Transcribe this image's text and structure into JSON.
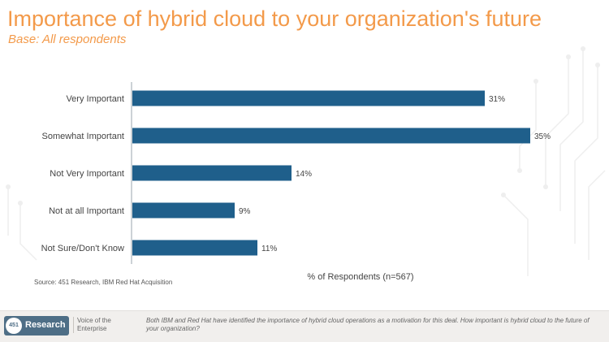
{
  "header": {
    "title": "Importance of hybrid cloud to your organization's future",
    "base": "Base: All respondents"
  },
  "chart_data": {
    "type": "bar",
    "orientation": "horizontal",
    "categories": [
      "Very Important",
      "Somewhat Important",
      "Not Very Important",
      "Not at all Important",
      "Not Sure/Don't Know"
    ],
    "values": [
      31,
      35,
      14,
      9,
      11
    ],
    "value_labels": [
      "31%",
      "35%",
      "14%",
      "9%",
      "11%"
    ],
    "xlabel": "% of Respondents (n=567)",
    "ylabel": "",
    "xlim": [
      0,
      35
    ],
    "grid": false,
    "bar_color": "#1f5f8b"
  },
  "source": "Source: 451 Research, IBM Red Hat Acquisition",
  "footer": {
    "logo_mark": "451",
    "logo_text": "Research",
    "tagline": "Voice of the Enterprise",
    "question": "Both IBM and Red Hat have identified the importance of hybrid cloud operations as a motivation for this deal. How important is hybrid cloud to the future of your organization?"
  },
  "colors": {
    "title": "#f39a4a",
    "bar": "#1f5f8b",
    "footer_bg": "#f1efed",
    "logo_bg": "#4e6e86"
  }
}
